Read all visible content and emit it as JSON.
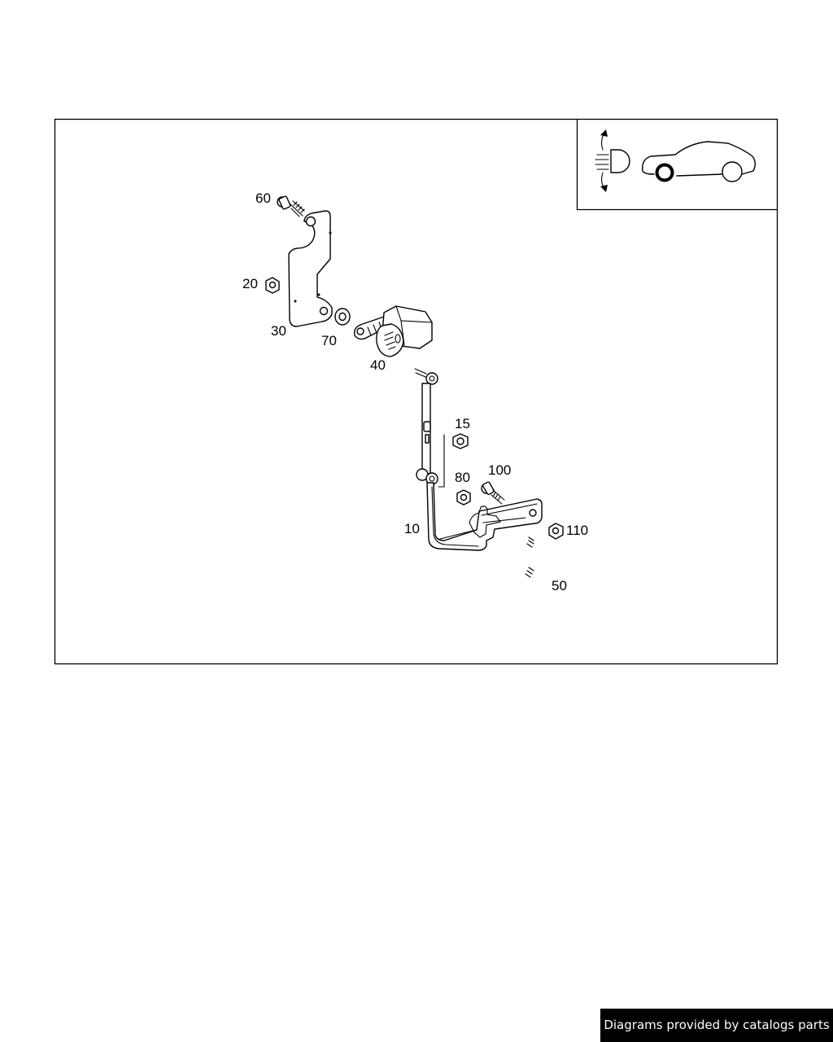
{
  "diagram": {
    "callouts": {
      "c60": "60",
      "c20": "20",
      "c30": "30",
      "c70": "70",
      "c40": "40",
      "c15": "15",
      "c80": "80",
      "c100": "100",
      "c10": "10",
      "c110": "110",
      "c50": "50"
    },
    "inset_icon": "headlamp-level-car-icon"
  },
  "footer": {
    "credit": "Diagrams provided by catalogs parts"
  },
  "colors": {
    "line": "#000000",
    "background": "#ffffff",
    "credit_bg": "#000000",
    "credit_text": "#ffffff"
  }
}
